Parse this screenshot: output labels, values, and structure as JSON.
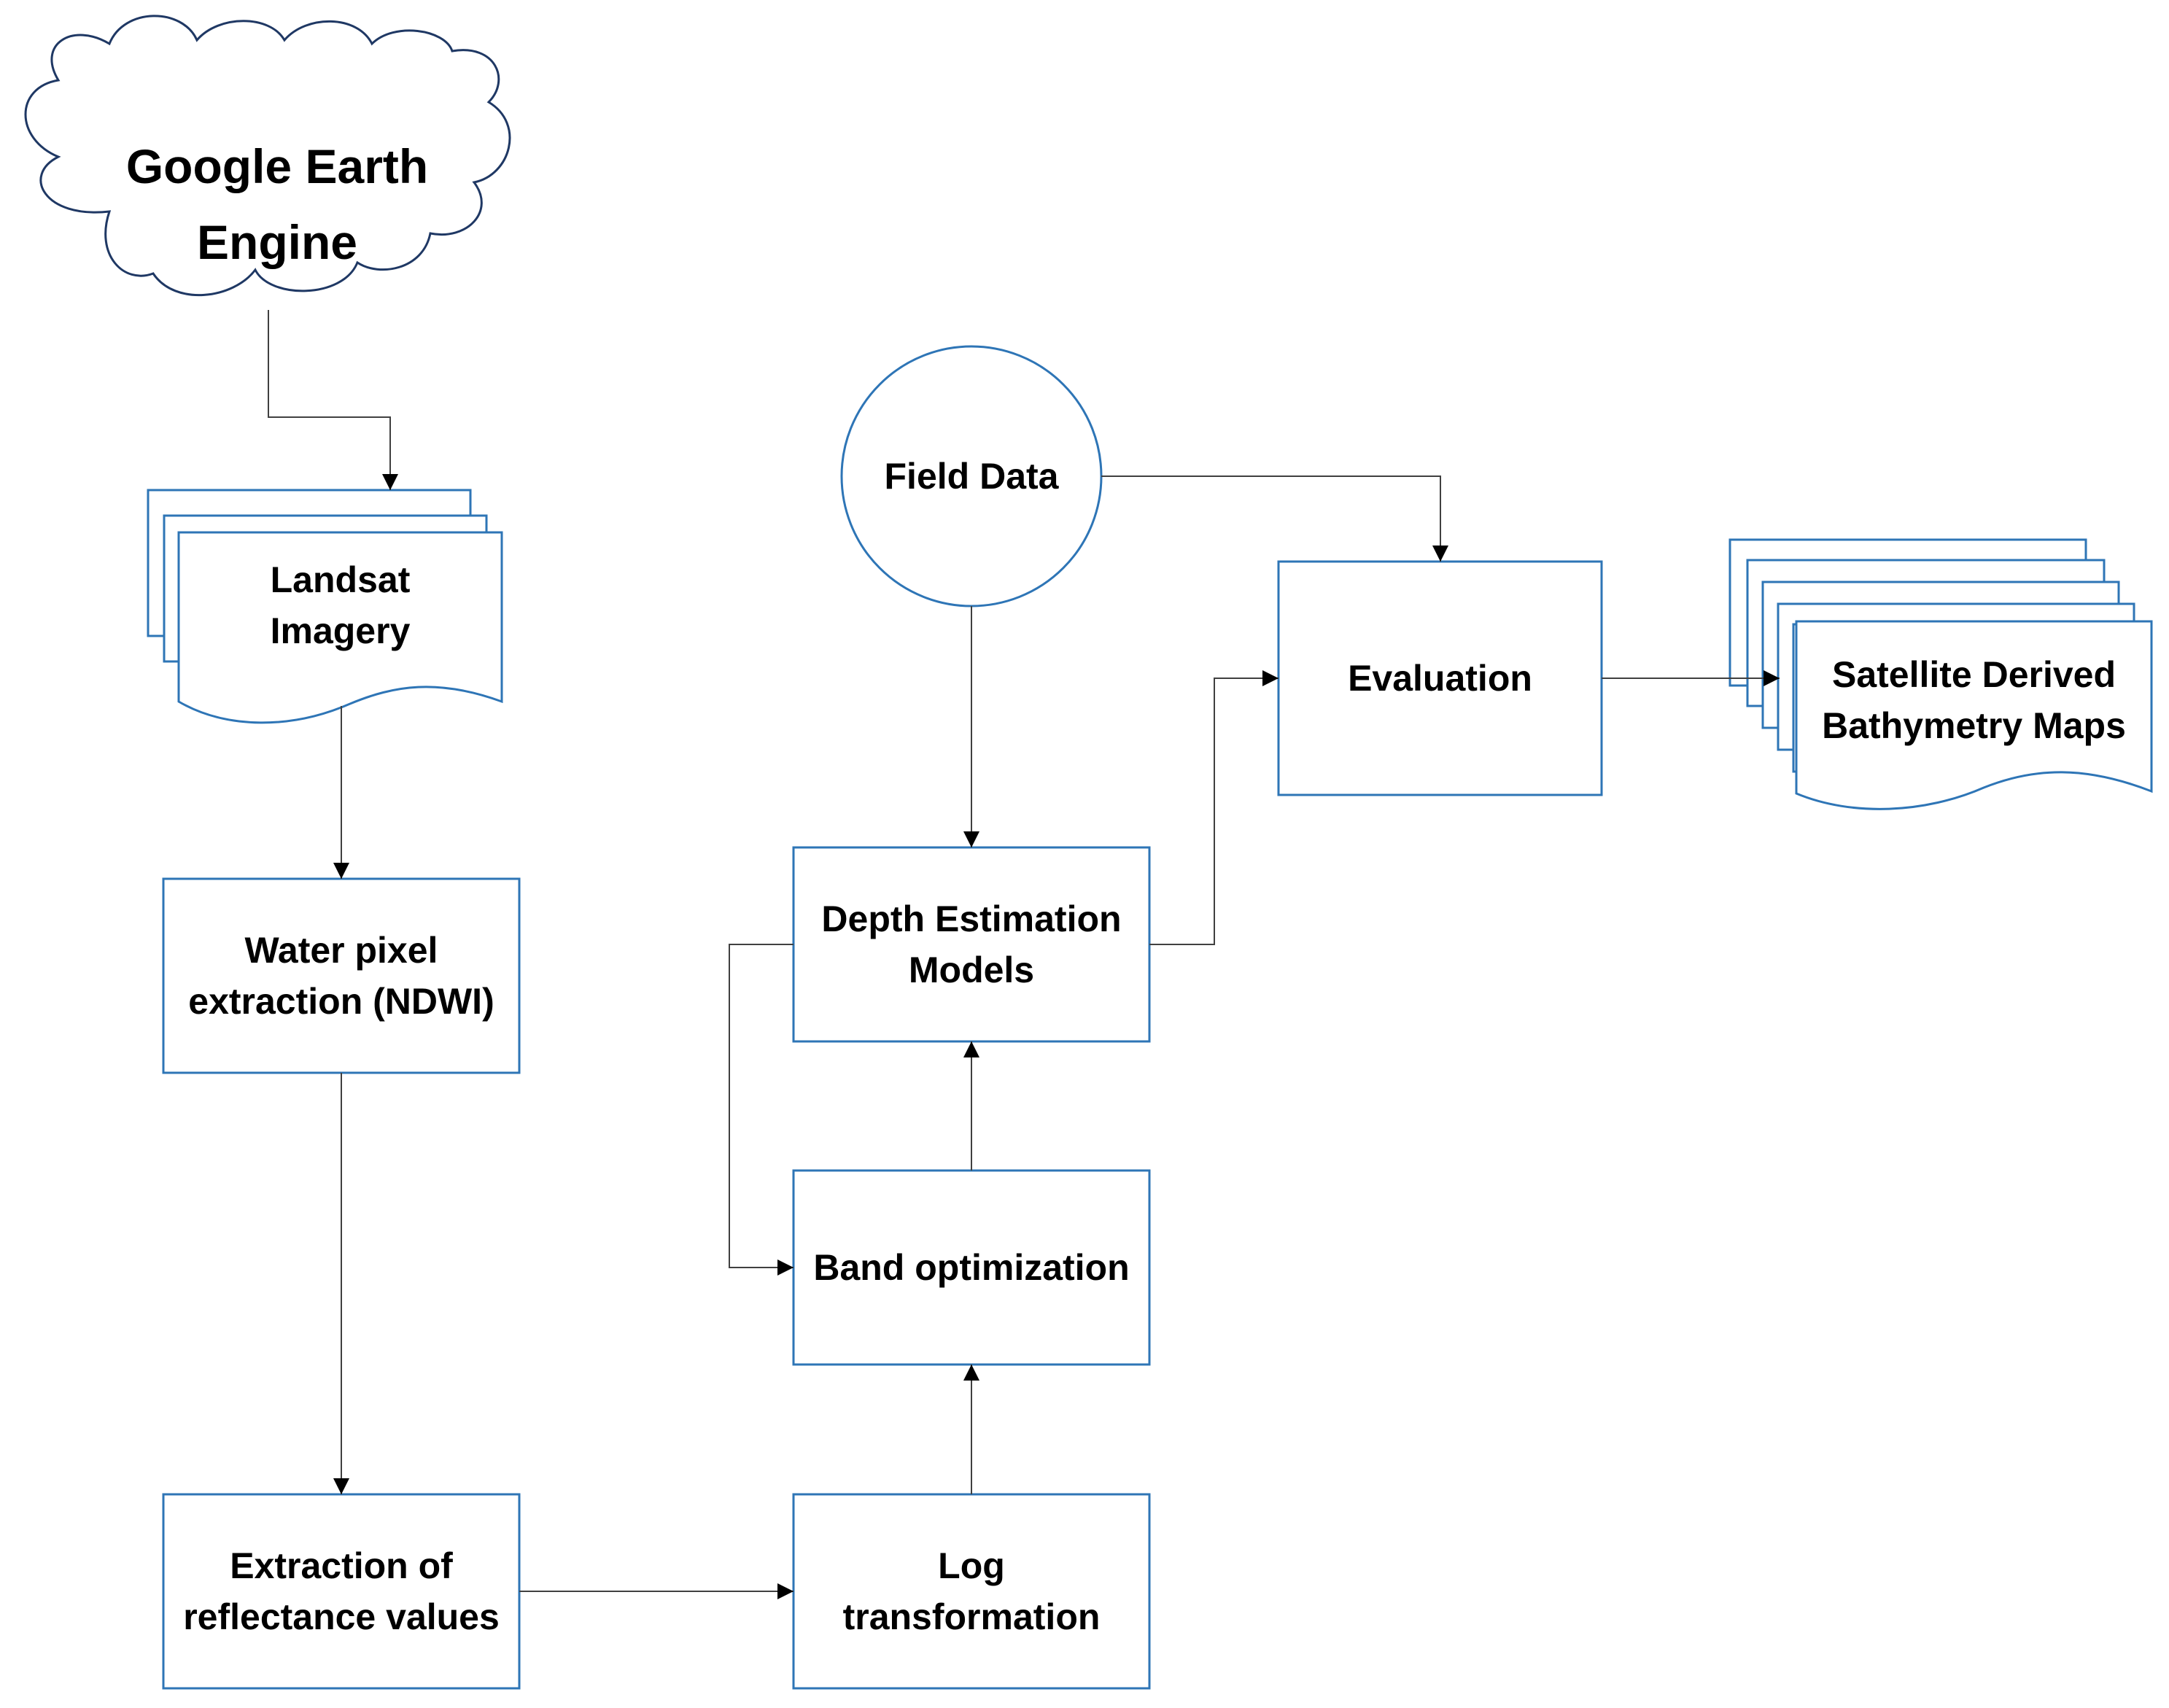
{
  "colors": {
    "shape_stroke": "#2E75B6",
    "cloud_stroke": "#1F3864",
    "connector": "#404040",
    "text": "#000000"
  },
  "nodes": {
    "google_earth_engine": {
      "line1": "Google Earth",
      "line2": "Engine",
      "shape": "cloud"
    },
    "landsat_imagery": {
      "line1": "Landsat",
      "line2": "Imagery",
      "shape": "multi-document"
    },
    "water_pixel_extraction": {
      "line1": "Water pixel",
      "line2": "extraction (NDWI)",
      "shape": "rectangle"
    },
    "extraction_of_reflectance": {
      "line1": "Extraction of",
      "line2": "reflectance values",
      "shape": "rectangle"
    },
    "log_transformation": {
      "line1": "Log",
      "line2": "transformation",
      "shape": "rectangle"
    },
    "band_optimization": {
      "line1": "Band optimization",
      "shape": "rectangle"
    },
    "depth_estimation_models": {
      "line1": "Depth Estimation",
      "line2": "Models",
      "shape": "rectangle"
    },
    "field_data": {
      "line1": "Field Data",
      "shape": "circle"
    },
    "evaluation": {
      "line1": "Evaluation",
      "shape": "rectangle"
    },
    "satellite_derived_bathymetry_maps": {
      "line1": "Satellite Derived",
      "line2": "Bathymetry Maps",
      "shape": "multi-document"
    }
  },
  "edges": [
    {
      "from": "google_earth_engine",
      "to": "landsat_imagery"
    },
    {
      "from": "landsat_imagery",
      "to": "water_pixel_extraction"
    },
    {
      "from": "water_pixel_extraction",
      "to": "extraction_of_reflectance"
    },
    {
      "from": "extraction_of_reflectance",
      "to": "log_transformation"
    },
    {
      "from": "log_transformation",
      "to": "band_optimization"
    },
    {
      "from": "band_optimization",
      "to": "depth_estimation_models"
    },
    {
      "from": "depth_estimation_models",
      "to": "band_optimization"
    },
    {
      "from": "field_data",
      "to": "depth_estimation_models"
    },
    {
      "from": "field_data",
      "to": "evaluation"
    },
    {
      "from": "depth_estimation_models",
      "to": "evaluation"
    },
    {
      "from": "evaluation",
      "to": "satellite_derived_bathymetry_maps"
    }
  ]
}
